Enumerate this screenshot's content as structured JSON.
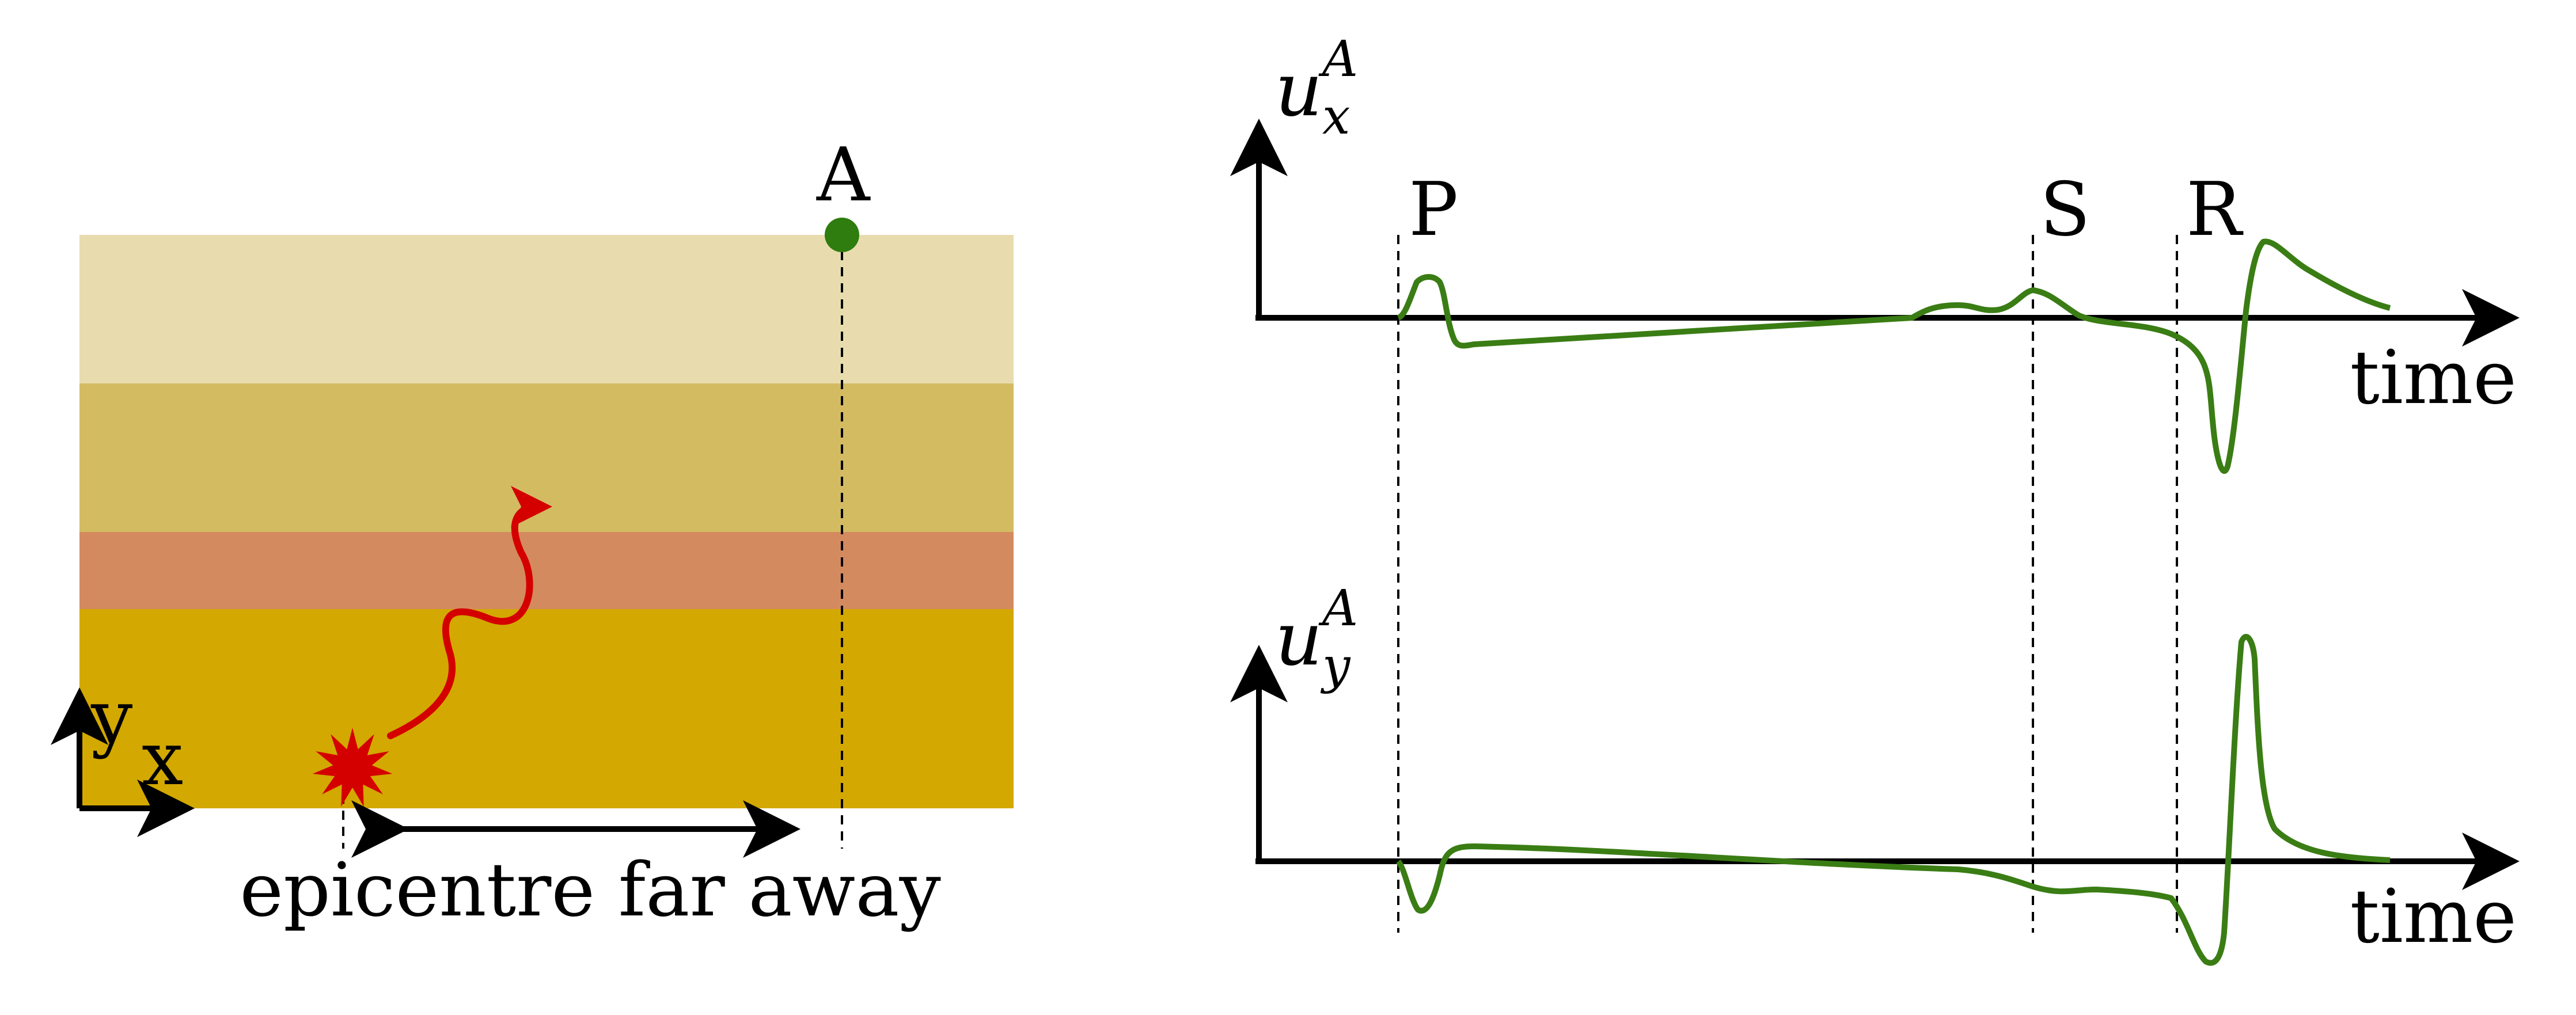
{
  "left_panel": {
    "point_label": "A",
    "axis_y_label": "y",
    "axis_x_label": "x",
    "distance_caption": "epicentre far away",
    "colors": {
      "layer1": "#e8dcae",
      "layer2": "#d3bb61",
      "layer3": "#d48a5f",
      "layer4": "#d3a800",
      "wave": "#d40000",
      "station": "#2e7d0e"
    }
  },
  "right_panel": {
    "top_axis": {
      "symbol": "u",
      "subscript": "x",
      "superscript": "A",
      "time_label": "time"
    },
    "bottom_axis": {
      "symbol": "u",
      "subscript": "y",
      "superscript": "A",
      "time_label": "time"
    },
    "phase_labels": {
      "p": "P",
      "s": "S",
      "r": "R"
    },
    "trace_color": "#3a7d14"
  }
}
